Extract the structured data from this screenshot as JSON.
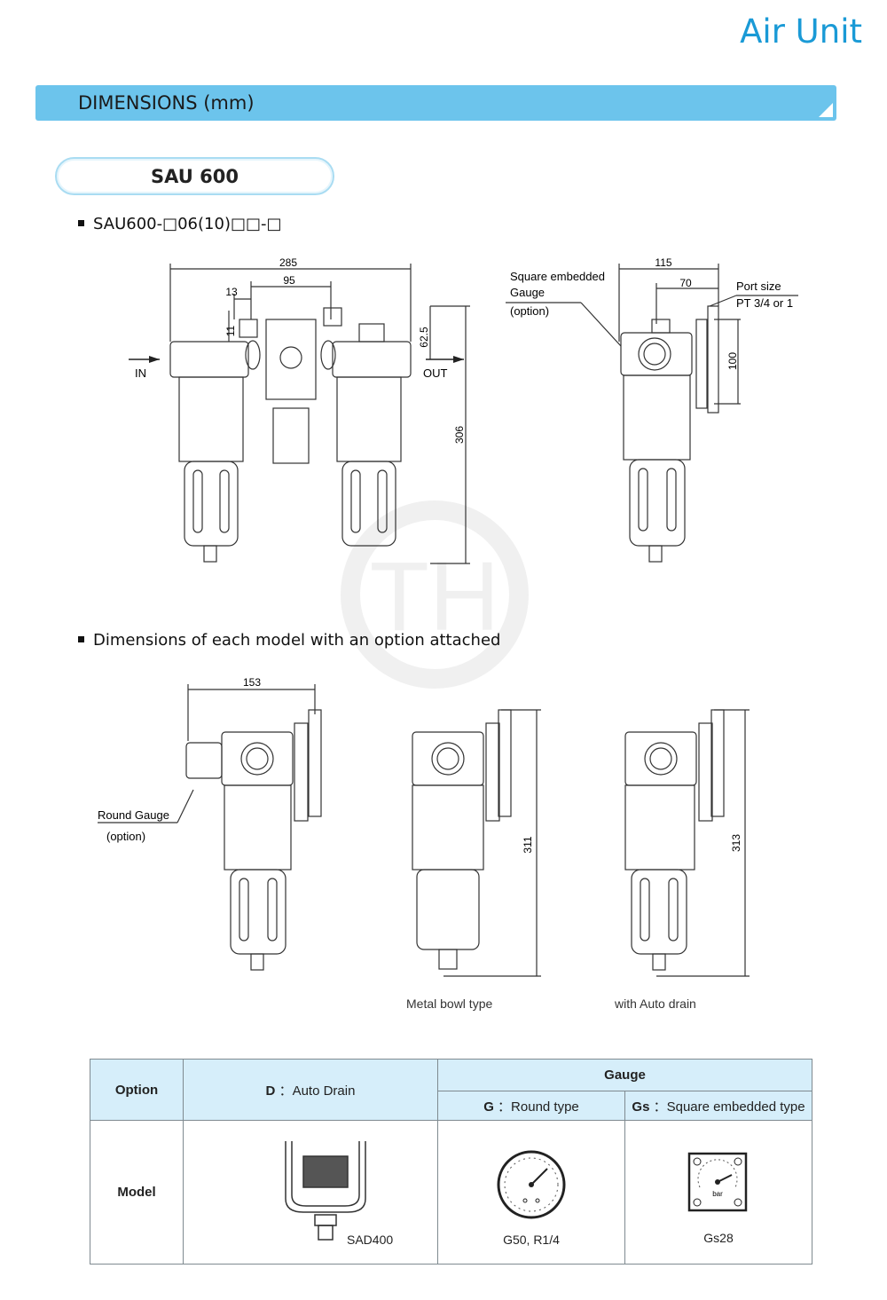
{
  "header": {
    "brand": "Air Unit",
    "section_title": "DIMENSIONS (mm)"
  },
  "model_badge": "SAU 600",
  "subsection1": {
    "title": "SAU600-□06(10)□□-□"
  },
  "front_view": {
    "dims": [
      "285",
      "95",
      "13",
      "11",
      "62.5",
      "306"
    ],
    "in_label": "IN",
    "out_label": "OUT"
  },
  "side_view": {
    "gauge_label_l1": "Square embedded",
    "gauge_label_l2": "Gauge",
    "gauge_label_l3": "(option)",
    "port_label_l1": "Port size",
    "port_label_l2": "PT 3/4 or 1",
    "dims": [
      "115",
      "70",
      "100"
    ]
  },
  "subsection2": {
    "title": "Dimensions of each model with an option attached"
  },
  "options_views": {
    "dim_153": "153",
    "round_gauge_l1": "Round Gauge",
    "round_gauge_l2": "(option)",
    "dim_311": "311",
    "dim_313": "313",
    "caption_metal": "Metal bowl type",
    "caption_auto": "with Auto drain"
  },
  "option_table": {
    "col_option": "Option",
    "col_d_code": "D",
    "col_d_text": "：Auto Drain",
    "col_gauge": "Gauge",
    "col_g_code": "G",
    "col_g_text": "：Round type",
    "col_gs_code": "Gs",
    "col_gs_text": "：Square embedded  type",
    "row_model": "Model",
    "d_model": "SAD400",
    "g_model": "G50, R1/4",
    "gs_model": "Gs28",
    "gs_unit": "bar"
  }
}
